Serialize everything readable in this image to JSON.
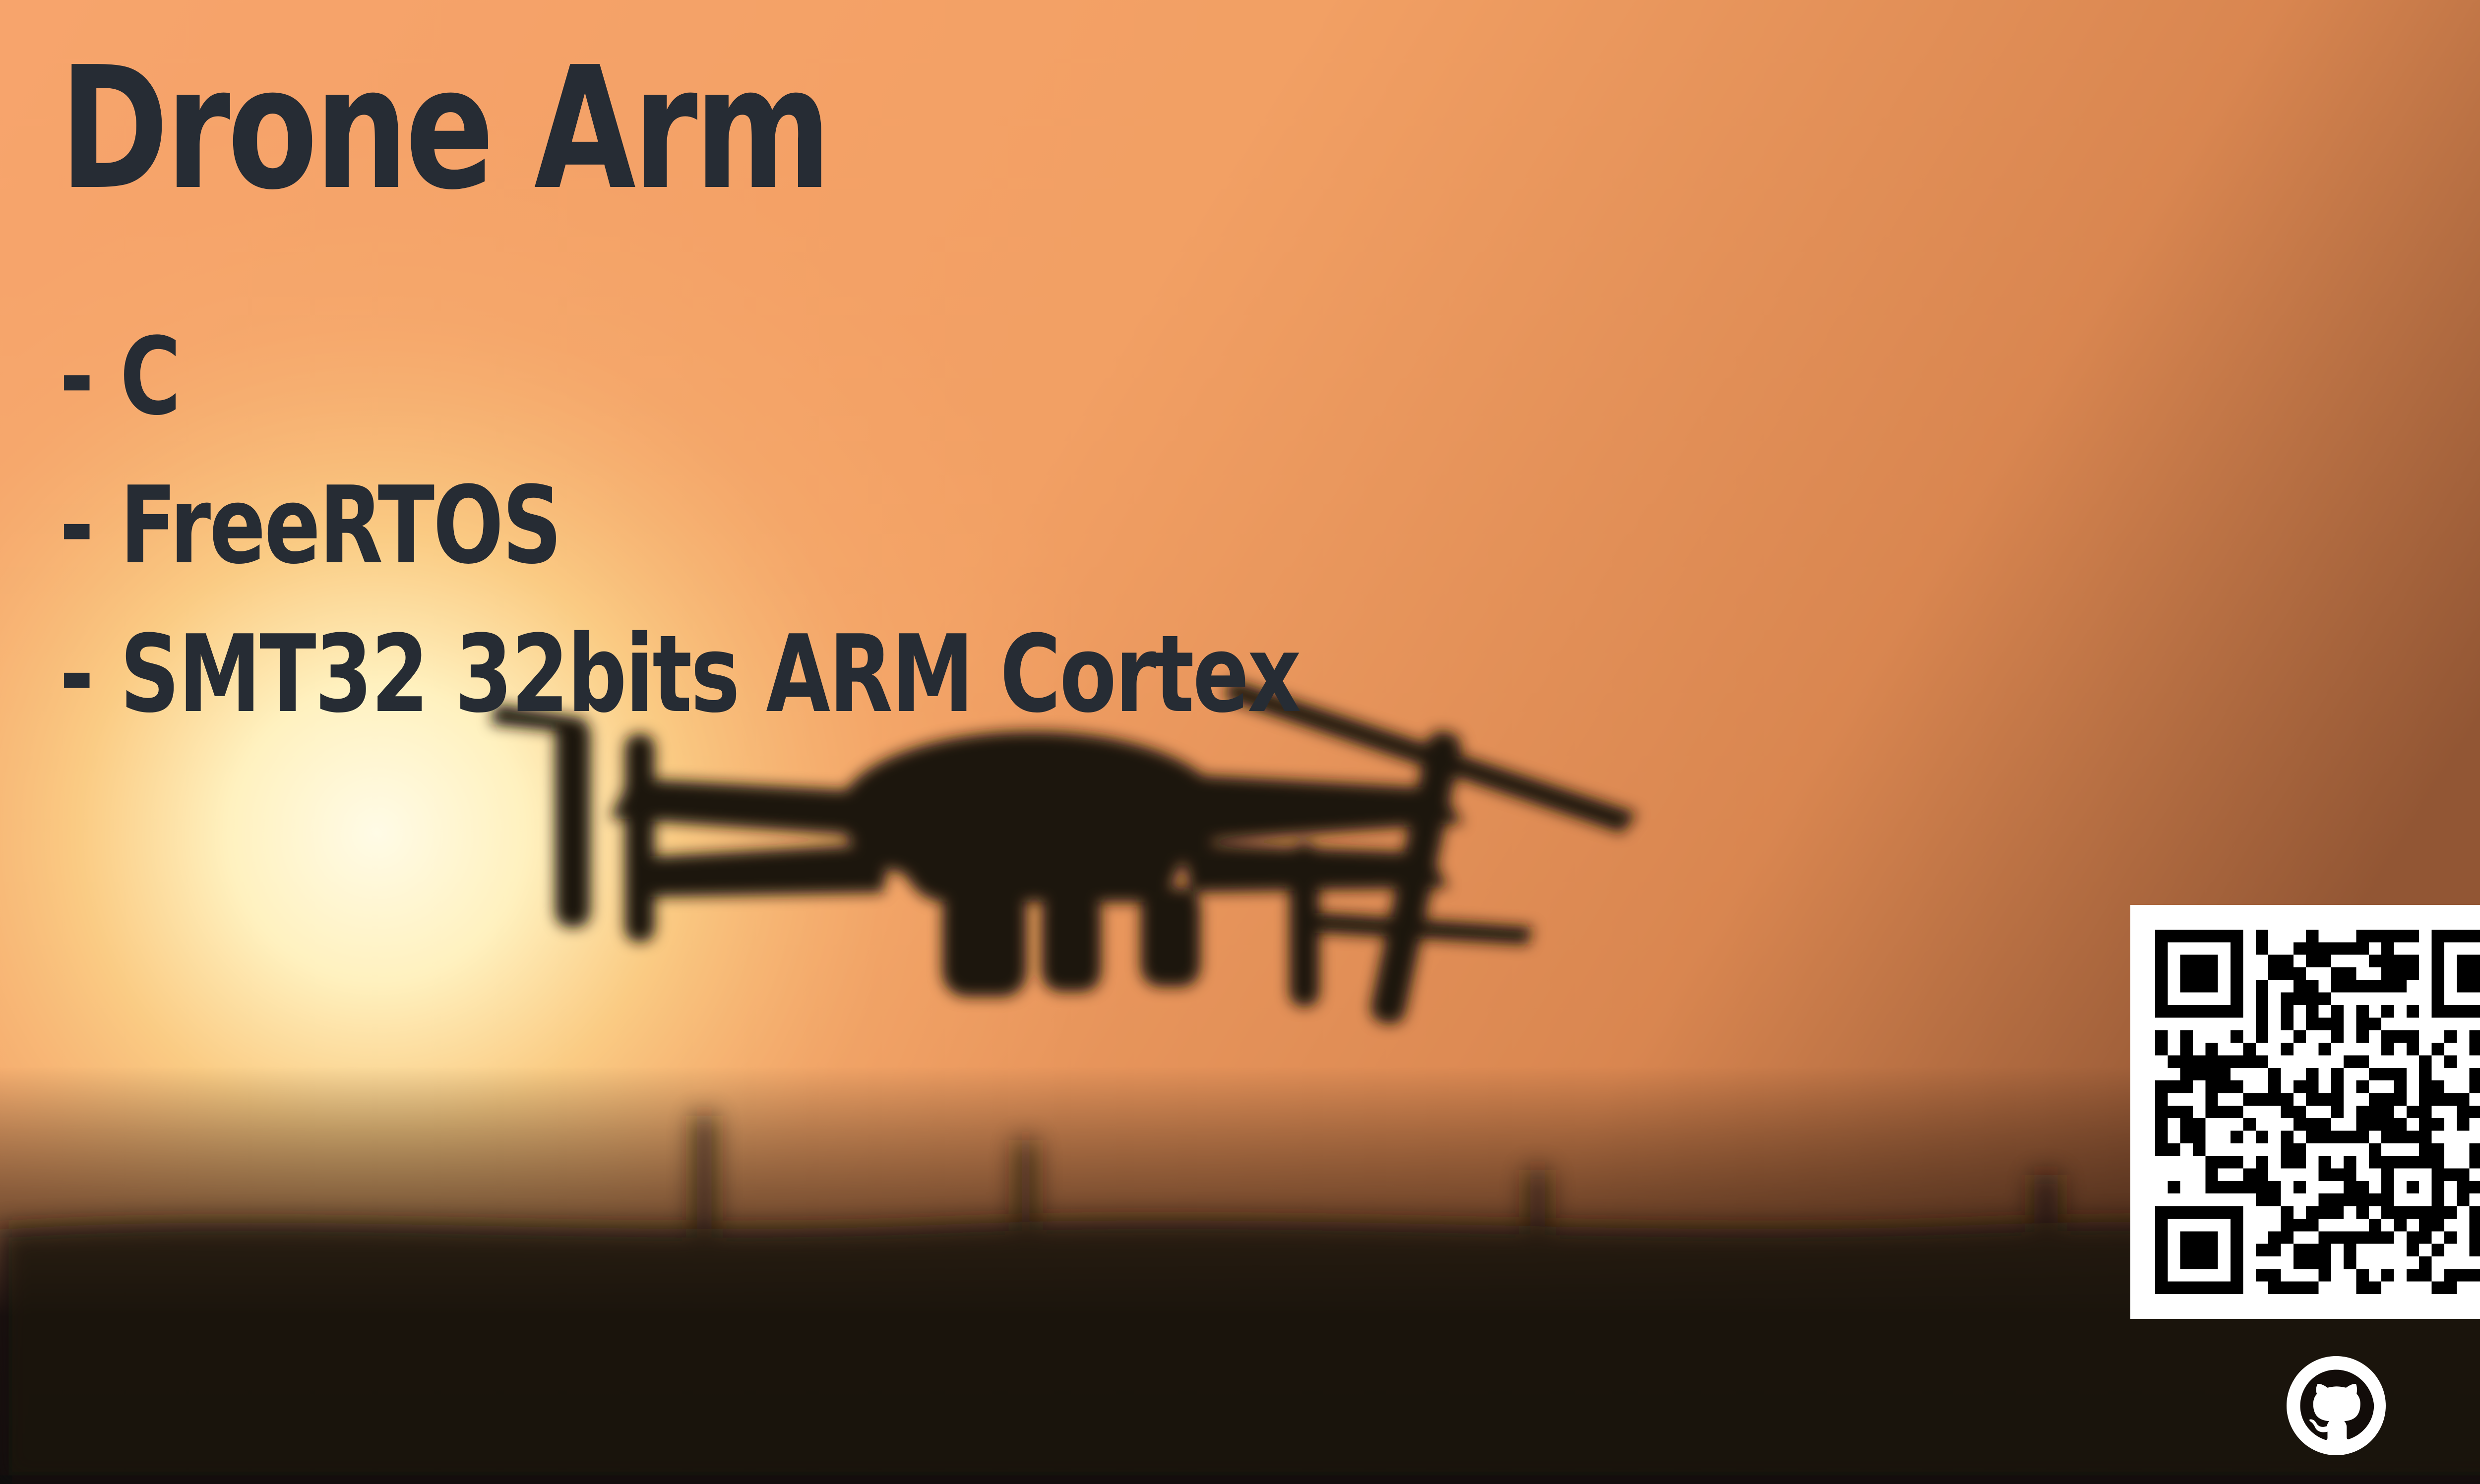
{
  "slide": {
    "title": "Drone Arm",
    "bullets": [
      "- C",
      "- FreeRTOS",
      "- SMT32 32bits ARM Cortex"
    ]
  },
  "icons": {
    "qr": "qr-code-icon",
    "github": "github-icon"
  },
  "colors": {
    "text": "#262c34",
    "sky_light": "#fbd08a",
    "sky_mid": "#f3a166",
    "sky_dark": "#9a5a34",
    "ground": "#0d0a08",
    "qr_background": "#ffffff"
  }
}
